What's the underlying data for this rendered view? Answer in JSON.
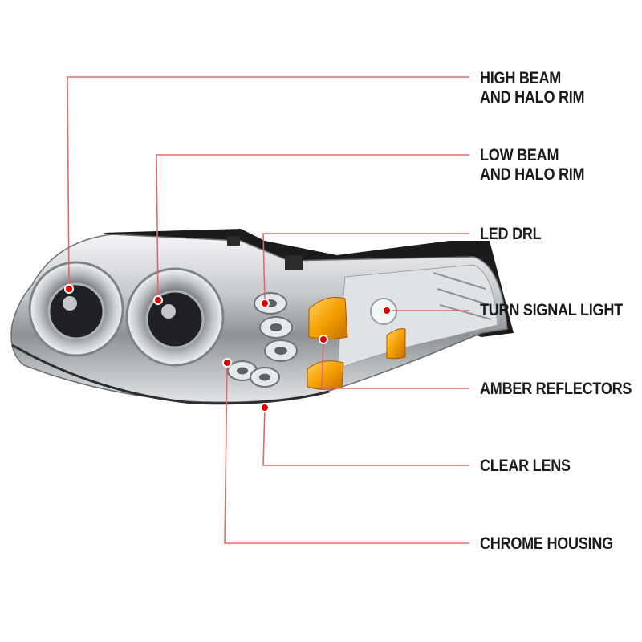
{
  "diagram": {
    "colors": {
      "leader": "#e06a6a",
      "dot": "#e00000",
      "chrome": "#c9ccd0",
      "amber": "#f5a000",
      "housing_dark": "#1b1b1b"
    },
    "callouts": [
      {
        "id": "high-beam",
        "lines": [
          "HIGH BEAM",
          "AND HALO RIM"
        ]
      },
      {
        "id": "low-beam",
        "lines": [
          "LOW BEAM",
          "AND HALO RIM"
        ]
      },
      {
        "id": "led-drl",
        "lines": [
          "LED DRL"
        ]
      },
      {
        "id": "turn-signal",
        "lines": [
          "TURN SIGNAL LIGHT"
        ]
      },
      {
        "id": "amber-reflectors",
        "lines": [
          "AMBER REFLECTORS"
        ]
      },
      {
        "id": "clear-lens",
        "lines": [
          "CLEAR LENS"
        ]
      },
      {
        "id": "chrome-housing",
        "lines": [
          "CHROME HOUSING"
        ]
      }
    ]
  }
}
